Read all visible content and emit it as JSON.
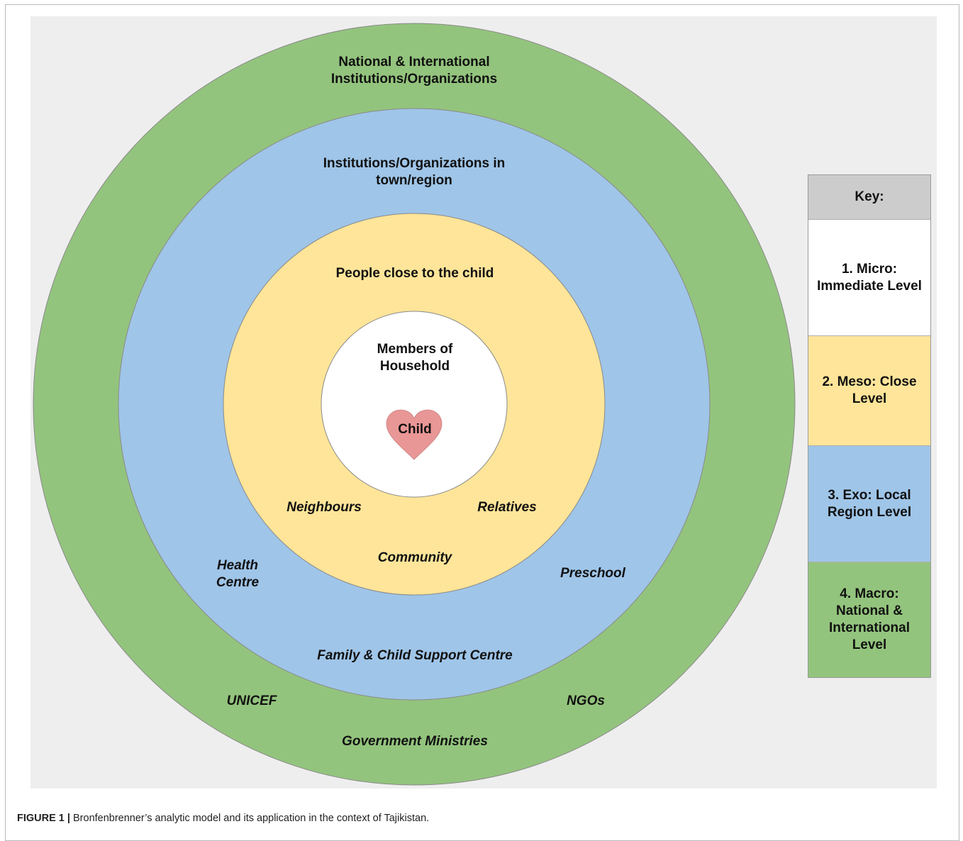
{
  "colors": {
    "macro": "#93c47d",
    "exo": "#9fc5e8",
    "meso": "#ffe599",
    "micro": "#ffffff",
    "heart": "#e99696",
    "key_header": "#cccccc",
    "background": "#eeeeee"
  },
  "rings": {
    "macro": {
      "title": "National & International\nInstitutions/Organizations",
      "items": [
        "UNICEF",
        "NGOs",
        "Government Ministries"
      ]
    },
    "exo": {
      "title": "Institutions/Organizations in\ntown/region",
      "items": [
        "Health\nCentre",
        "Preschool",
        "Family & Child Support Centre"
      ]
    },
    "meso": {
      "title": "People close to the child",
      "items": [
        "Neighbours",
        "Relatives",
        "Community"
      ]
    },
    "micro": {
      "title": "Members of\nHousehold",
      "center": "Child",
      "center_icon": "heart-icon"
    }
  },
  "key": {
    "header": "Key:",
    "levels": [
      {
        "label": "1. Micro:\nImmediate Level",
        "color": "#ffffff"
      },
      {
        "label": "2. Meso: Close\nLevel",
        "color": "#ffe599"
      },
      {
        "label": "3. Exo: Local\nRegion Level",
        "color": "#9fc5e8"
      },
      {
        "label": "4. Macro:\nNational &\nInternational\nLevel",
        "color": "#93c47d"
      }
    ]
  },
  "caption": {
    "figure_label": "FIGURE 1 |",
    "text": "Bronfenbrenner’s analytic model and its application in the context of Tajikistan."
  }
}
